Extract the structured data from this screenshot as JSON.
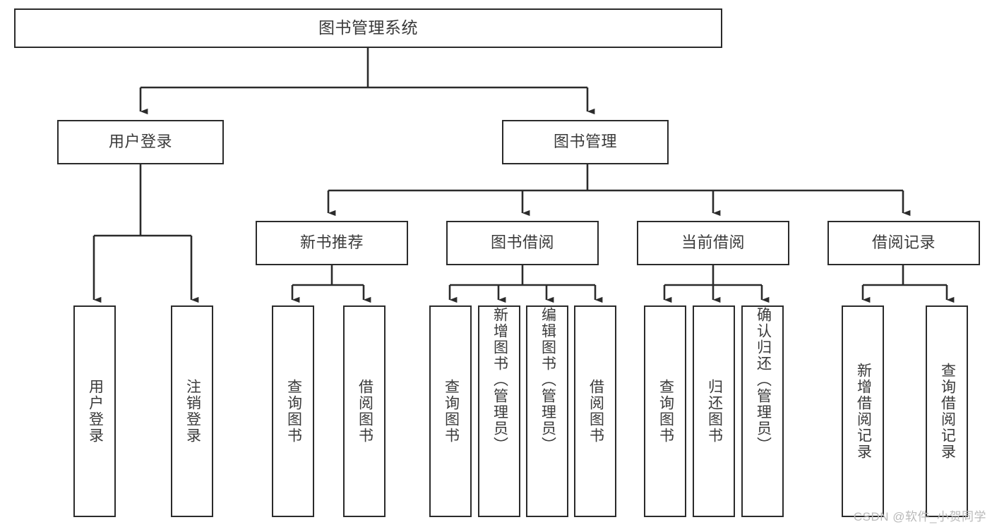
{
  "diagram": {
    "type": "tree-hierarchy-chart",
    "title": "图书管理系统",
    "orientation": "top-down",
    "colors": {
      "box_border": "#2b2b2b",
      "box_fill": "#ffffff",
      "text": "#3a3a3a",
      "connector": "#2b2b2b",
      "watermark": "#b9b9b9",
      "background": "#ffffff"
    },
    "levels": {
      "level1": [
        "图书管理系统"
      ],
      "level2": [
        "用户登录",
        "图书管理"
      ],
      "level3": [
        "新书推荐",
        "图书借阅",
        "当前借阅",
        "借阅记录"
      ],
      "level4": [
        "用户登录",
        "注销登录",
        "查询图书",
        "借阅图书",
        "查询图书",
        "新增图书（管理员）",
        "编辑图书（管理员）",
        "借阅图书",
        "查询图书",
        "归还图书",
        "确认归还（管理员）",
        "新增借阅记录",
        "查询借阅记录"
      ]
    }
  },
  "nodes": {
    "root": {
      "label": "图书管理系统"
    },
    "user_login": {
      "label": "用户登录"
    },
    "book_manage": {
      "label": "图书管理"
    },
    "new_book_rec": {
      "label": "新书推荐"
    },
    "book_borrow": {
      "label": "图书借阅"
    },
    "current_borrow": {
      "label": "当前借阅"
    },
    "borrow_record": {
      "label": "借阅记录"
    },
    "leaf_user_login": {
      "label": "用户登录"
    },
    "leaf_logout": {
      "label": "注销登录"
    },
    "leaf_query_book_1": {
      "label": "查询图书"
    },
    "leaf_borrow_book_1": {
      "label": "借阅图书"
    },
    "leaf_query_book_2": {
      "label": "查询图书"
    },
    "leaf_add_book": {
      "label": "新增图书（管理员）"
    },
    "leaf_edit_book": {
      "label": "编辑图书（管理员）"
    },
    "leaf_borrow_book_2": {
      "label": "借阅图书"
    },
    "leaf_query_book_3": {
      "label": "查询图书"
    },
    "leaf_return_book": {
      "label": "归还图书"
    },
    "leaf_confirm_return": {
      "label": "确认归还（管理员）"
    },
    "leaf_add_record": {
      "label": "新增借阅记录"
    },
    "leaf_query_record": {
      "label": "查询借阅记录"
    }
  },
  "watermark": {
    "text": "CSDN @软件_小贺同学"
  }
}
